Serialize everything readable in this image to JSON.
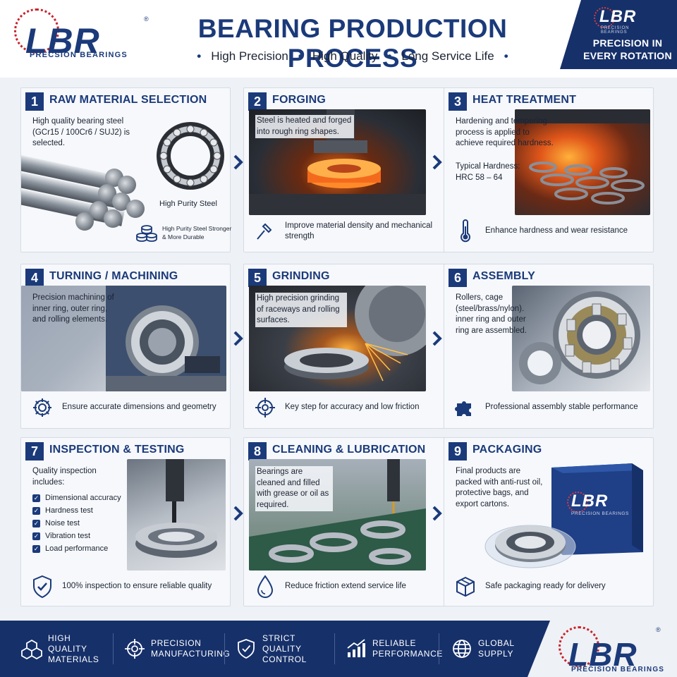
{
  "header": {
    "logo_text": "LBR",
    "logo_reg": "®",
    "logo_sub": "PRECSION BEARINGS",
    "title": "BEARING PRODUCTION PROCESS",
    "taglines": [
      "High Precision",
      "High Quality",
      "Long Service Life"
    ],
    "bullet": "•",
    "corner_logo": "LBR",
    "corner_logo_sub": "PRECISION BEARINGS",
    "corner_text": "PRECISION IN EVERY ROTATION"
  },
  "steps": [
    {
      "num": "1",
      "title": "RAW MATERIAL SELECTION",
      "desc": "High quality bearing steel (GCr15 / 100Cr6 / SUJ2) is selected.",
      "photo_label": "High Purity Steel",
      "benefit": "High Purity Steel Stronger & More Durable",
      "icon": "steel-stack-icon"
    },
    {
      "num": "2",
      "title": "FORGING",
      "desc": "Steel is heated and forged into rough ring shapes.",
      "benefit": "Improve material density and mechanical strength",
      "icon": "hammer-icon"
    },
    {
      "num": "3",
      "title": "HEAT TREATMENT",
      "desc": "Hardening and tempering process is applied to achieve required hardness.",
      "desc2": "Typical Hardness: HRC 58 – 64",
      "benefit": "Enhance hardness and wear resistance",
      "icon": "thermometer-icon"
    },
    {
      "num": "4",
      "title": "TURNING / MACHINING",
      "desc": "Precision machining of inner ring, outer ring, and rolling elements.",
      "benefit": "Ensure accurate dimensions and geometry",
      "icon": "gear-icon"
    },
    {
      "num": "5",
      "title": "GRINDING",
      "desc": "High precision grinding of raceways and rolling surfaces.",
      "benefit": "Key step for accuracy and low friction",
      "icon": "crosshair-icon"
    },
    {
      "num": "6",
      "title": "ASSEMBLY",
      "desc": "Rollers, cage (steel/brass/nylon). inner ring and outer ring are assembled.",
      "benefit": "Professional assembly stable performance",
      "icon": "puzzle-icon"
    },
    {
      "num": "7",
      "title": "INSPECTION & TESTING",
      "desc": "Quality inspection includes:",
      "checks": [
        "Dimensional accuracy",
        "Hardness test",
        "Noise test",
        "Vibration test",
        "Load performance"
      ],
      "benefit": "100% inspection to ensure reliable quality",
      "icon": "shield-check-icon"
    },
    {
      "num": "8",
      "title": "CLEANING & LUBRICATION",
      "desc": "Bearings are cleaned and filled with grease or oil as required.",
      "benefit": "Reduce friction extend service life",
      "icon": "oil-drop-icon"
    },
    {
      "num": "9",
      "title": "PACKAGING",
      "desc": "Final products are packed with anti-rust oil, protective bags, and export cartons.",
      "box_logo": "LBR",
      "box_sub": "PRECISION BEARINGS",
      "benefit": "Safe packaging ready for delivery",
      "icon": "box-icon"
    }
  ],
  "footer": {
    "items": [
      {
        "label": "HIGH QUALITY MATERIALS",
        "icon": "cubes-icon"
      },
      {
        "label": "PRECISION MANUFACTURING",
        "icon": "target-icon"
      },
      {
        "label": "STRICT QUALITY CONTROL",
        "icon": "shield-icon"
      },
      {
        "label": "RELIABLE PERFORMANCE",
        "icon": "growth-chart-icon"
      },
      {
        "label": "GLOBAL SUPPLY",
        "icon": "globe-icon"
      }
    ],
    "logo_text": "LBR",
    "logo_reg": "®",
    "logo_sub": "PRECISION BEARINGS"
  },
  "colors": {
    "navy": "#1b3a7a",
    "footer_navy": "#16306a",
    "logo_red": "#c8232c",
    "card_bg": "#f6f8fb"
  }
}
